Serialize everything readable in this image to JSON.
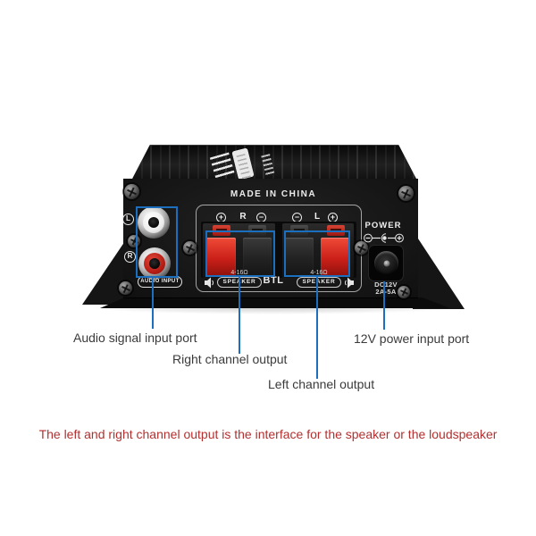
{
  "colors": {
    "annotation_blue": "#1c6fbf",
    "note_red": "#b23030",
    "clip_red": "#d8271d",
    "panel_black": "#1a1a1a"
  },
  "device": {
    "made_in": "MADE IN CHINA",
    "terminals": {
      "right": {
        "plus": "+",
        "label": "R",
        "minus": "−"
      },
      "left": {
        "minus": "−",
        "label": "L",
        "plus": "+"
      },
      "btl": "BTL"
    },
    "speaker": {
      "impedance": "4-16Ω",
      "label": "SPEAKER"
    },
    "audio_input": {
      "l_badge": "L",
      "r_badge": "R",
      "label": "AUDIO INPUT"
    },
    "power": {
      "label": "POWER",
      "rating_line1": "DC12V",
      "rating_line2": "2A-5A"
    }
  },
  "annotations": {
    "audio_input_port": "Audio signal input port",
    "right_channel_output": "Right channel output",
    "left_channel_output": "Left channel output",
    "power_input_port": "12V power input port",
    "note": "The left and right channel output is the interface for the speaker or the loudspeaker"
  }
}
